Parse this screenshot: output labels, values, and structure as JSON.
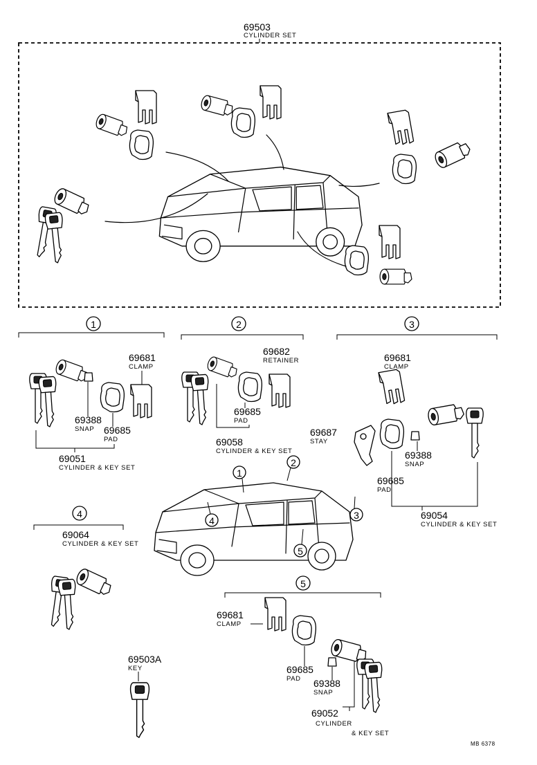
{
  "top_assembly": {
    "part_no": "69503",
    "name": "CYLINDER SET"
  },
  "groups": {
    "g1": {
      "number": "1",
      "clamp": {
        "part_no": "69681",
        "name": "CLAMP"
      },
      "snap": {
        "part_no": "69388",
        "name": "SNAP"
      },
      "pad": {
        "part_no": "69685",
        "name": "PAD"
      },
      "set": {
        "part_no": "69051",
        "name": "CYLINDER & KEY SET"
      }
    },
    "g2": {
      "number": "2",
      "retainer": {
        "part_no": "69682",
        "name": "RETAINER"
      },
      "pad": {
        "part_no": "69685",
        "name": "PAD"
      },
      "set": {
        "part_no": "69058",
        "name": "CYLINDER & KEY SET"
      }
    },
    "g3": {
      "number": "3",
      "clamp": {
        "part_no": "69681",
        "name": "CLAMP"
      },
      "stay": {
        "part_no": "69687",
        "name": "STAY"
      },
      "snap": {
        "part_no": "69388",
        "name": "SNAP"
      },
      "pad": {
        "part_no": "69685",
        "name": "PAD"
      },
      "set": {
        "part_no": "69054",
        "name": "CYLINDER & KEY SET"
      }
    },
    "g4": {
      "number": "4",
      "set": {
        "part_no": "69064",
        "name": "CYLINDER & KEY SET"
      }
    },
    "g5": {
      "number": "5",
      "clamp": {
        "part_no": "69681",
        "name": "CLAMP"
      },
      "pad": {
        "part_no": "69685",
        "name": "PAD"
      },
      "snap": {
        "part_no": "69388",
        "name": "SNAP"
      },
      "set": {
        "part_no": "69052",
        "name_line1": "CYLINDER",
        "name_line2": "& KEY SET"
      }
    }
  },
  "key": {
    "part_no": "69503A",
    "name": "KEY"
  },
  "car_callouts": [
    "1",
    "2",
    "3",
    "4",
    "5"
  ],
  "drawing_code": "MB 6378"
}
